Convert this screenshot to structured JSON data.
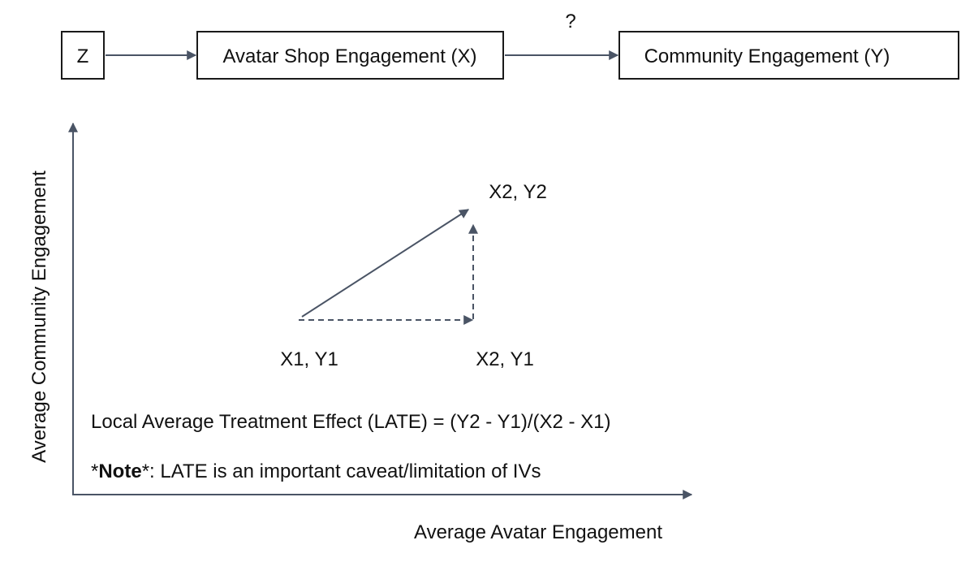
{
  "nodes": {
    "z": "Z",
    "x": "Avatar Shop Engagement (X)",
    "y": "Community Engagement (Y)"
  },
  "edge_question": "?",
  "axes": {
    "y_label": "Average Community Engagement",
    "x_label": "Average Avatar Engagement"
  },
  "points": {
    "p1": "X1, Y1",
    "p2": "X2, Y2",
    "p3": "X2, Y1"
  },
  "formula": "Local Average Treatment Effect (LATE) = (Y2 - Y1)/(X2 - X1)",
  "note": {
    "prefix": "*",
    "bold": "Note",
    "rest": "*: LATE is an important caveat/limitation of IVs"
  },
  "colors": {
    "arrow": "#4a5465",
    "box_border": "#1a1a1a",
    "text": "#111111"
  }
}
